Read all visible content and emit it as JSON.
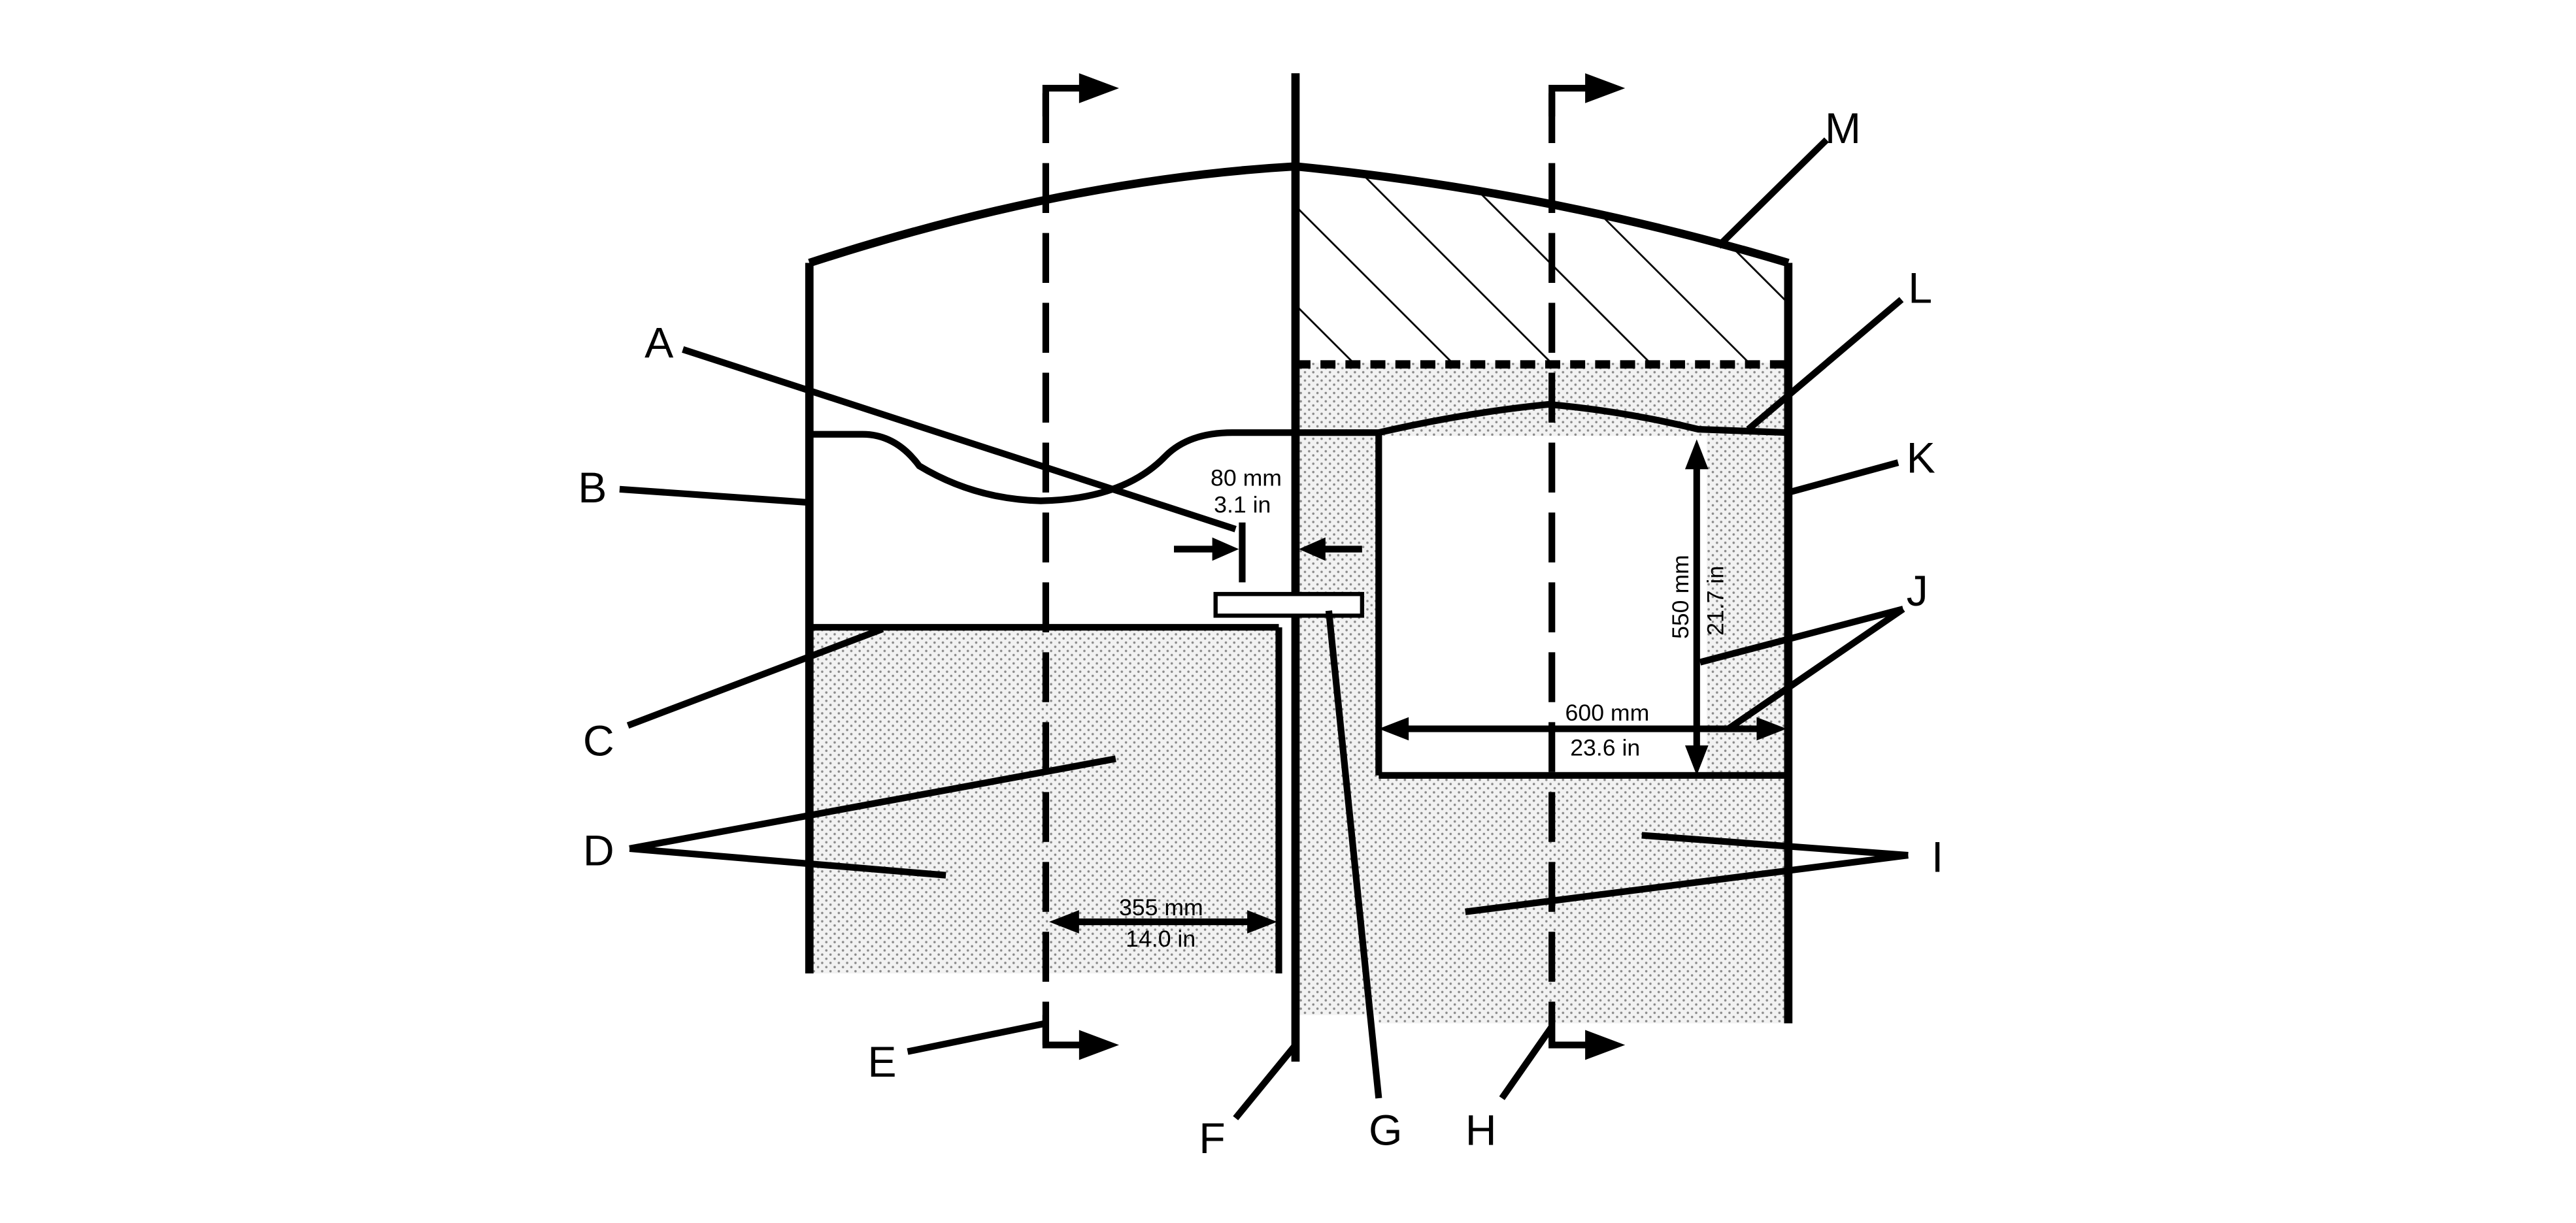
{
  "callouts": {
    "A": "A",
    "B": "B",
    "C": "C",
    "D": "D",
    "E": "E",
    "F": "F",
    "G": "G",
    "H": "H",
    "I": "I",
    "J": "J",
    "K": "K",
    "L": "L",
    "M": "M"
  },
  "dimensions": {
    "gap": {
      "mm": "80 mm",
      "in": "3.1 in"
    },
    "lower_width": {
      "mm": "355 mm",
      "in": "14.0 in"
    },
    "opening_width": {
      "mm": "600 mm",
      "in": "23.6 in"
    },
    "opening_height": {
      "mm": "550 mm",
      "in": "21.7 in"
    }
  }
}
